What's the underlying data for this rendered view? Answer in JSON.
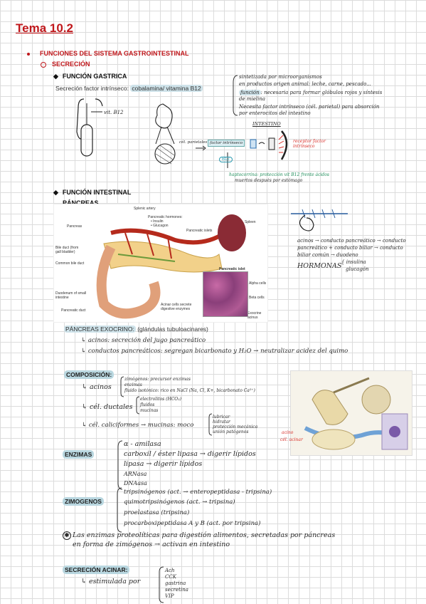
{
  "title": "Tema 10.2",
  "h1": "FUNCIONES DEL SISTEMA GASTROINTESTINAL",
  "h2": "SECRECIÓN",
  "gastrica": {
    "heading": "FUNCIÓN GASTRICA",
    "prefix": "Secreción factor intrínseco: ",
    "highlight": "cobalamina/ vitamina B12",
    "notes": [
      "sintetizada por microorganismos",
      "en productos origen animal: leche, carne, pescado...",
      "necesaria para formar glóbulos rojos y síntesis",
      "de mielina",
      "Necesita factor intrínseco (cél. parietal) para absorción",
      "por enterocitos del intestino"
    ],
    "notes_box": "función",
    "vit_label": "vit. B12",
    "cel_label": "cél. parietales",
    "fi_box": "factor intrínseco",
    "intestino": "INTESTINO",
    "receptor": "receptor factor intrínseco",
    "b12_tag": "B12",
    "haptocorrina": "haptocorrina: protección vit B12 frente ácidos",
    "haptocorrina2": "muertos después por estómago"
  },
  "intestinal": {
    "heading": "FUNCIÓN INTESTINAL",
    "sub": "PÁNCREAS",
    "diagram_labels": {
      "splenic_artery": "Splenic artery",
      "pancreas": "Pancreas",
      "hormones": "Pancreatic hormones:",
      "hormone_list": [
        "• Insulin",
        "• Glucagon"
      ],
      "islets": "Pancreatic islets",
      "spleen": "Spleen",
      "bile_duct": "Bile duct (from gall bladder)",
      "common_bile": "Common bile duct",
      "duodenum": "Duodenum of small intestine",
      "panc_duct": "Pancreatic duct",
      "acinar": "Acinar cells secrete digestive enzymes",
      "islet_title": "Pancreatic islet",
      "alpha": "Alpha cells",
      "beta": "Beta cells",
      "exocrine": "Exocrine acinus"
    },
    "acinos_note": "acinos → conducto pancreático → conducto",
    "acinos_note2": "pancreático + conducto biliar → conducto",
    "acinos_note3": "biliar común → duodeno",
    "hormonas": "HORMONAS",
    "hormonas_list": [
      "insulina",
      "glucagón"
    ]
  },
  "exocrino": {
    "label": "PÁNCREAS EXOCRINO:",
    "rest": " (glándulas tubuloacinares)",
    "l1": "↳ acinos: secreción del jugo pancreático",
    "l2": "↳ conductos pancreáticos: segregan bicarbonato y H₂O → neutralizar acidez del quimo"
  },
  "composicion": {
    "label": "COMPOSICIÓN:",
    "acinos": "↳ acinos",
    "acinos_items": [
      "zimógenos: precursor enzimas",
      "enzimas",
      "fluido isotónico: rico en NaCl (Na, Cl, K+, bicarbonato Ca²⁺)"
    ],
    "ductales": "↳ cél. ductales",
    "ductales_items": [
      "electrolitos (HCO₃)",
      "fluidos",
      "mucinas"
    ],
    "caliciformes": "↳ cél. caliciformes → mucinas: moco",
    "moco_items": [
      "lubricar",
      "hidratar",
      "protección mecánica",
      "unión patógenos"
    ],
    "red_labels": [
      "acino",
      "cél. acinar"
    ]
  },
  "enzimas": {
    "label": "ENZIMAS",
    "items": [
      "α - amilasa",
      "carboxil / éster lipasa → digerir lípidos",
      "lipasa → digerir lípidos",
      "ARNasa",
      "DNAasa"
    ]
  },
  "zimogenos": {
    "label": "ZIMOGENOS",
    "items": [
      "tripsinógenos (act. → enteropeptidasa - tripsina)",
      "quimotripsinógenos (act. → tripsina)",
      "proelastasa (tripsina)",
      "procarboxipeptidasa A y B (act. por tripsina)"
    ]
  },
  "nota": {
    "l1": "Las enzimas proteolíticas para digestión alimentos, secretadas por páncreas",
    "l2": "en forma de zimógenos → activan en intestino"
  },
  "acinar": {
    "label": "SECRECIÓN ACINAR:",
    "stim": "↳ estimulada por",
    "items": [
      "Ach",
      "CCK",
      "gastrina",
      "secretina",
      "VIP"
    ]
  }
}
